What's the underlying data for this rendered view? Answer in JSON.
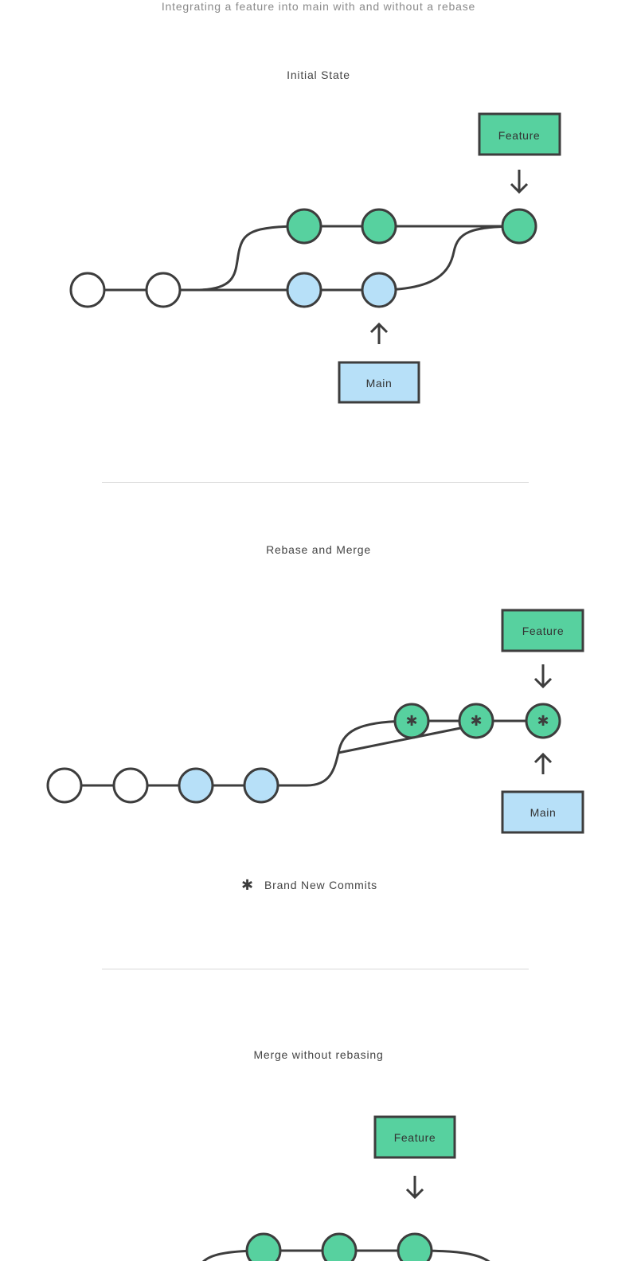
{
  "page": {
    "caption": "Integrating a feature into main with and without a rebase"
  },
  "colors": {
    "feature": "#57d19f",
    "main": "#b7e0f8",
    "empty": "#ffffff",
    "stroke": "#3d3d3d",
    "divider": "#d9d9d9"
  },
  "sections": [
    {
      "title": "Initial State",
      "feature_label": "Feature",
      "main_label": "Main"
    },
    {
      "title": "Rebase and Merge",
      "feature_label": "Feature",
      "main_label": "Main",
      "legend_icon": "asterisk-icon",
      "legend_text": "Brand New Commits"
    },
    {
      "title": "Merge without rebasing",
      "feature_label": "Feature"
    }
  ]
}
